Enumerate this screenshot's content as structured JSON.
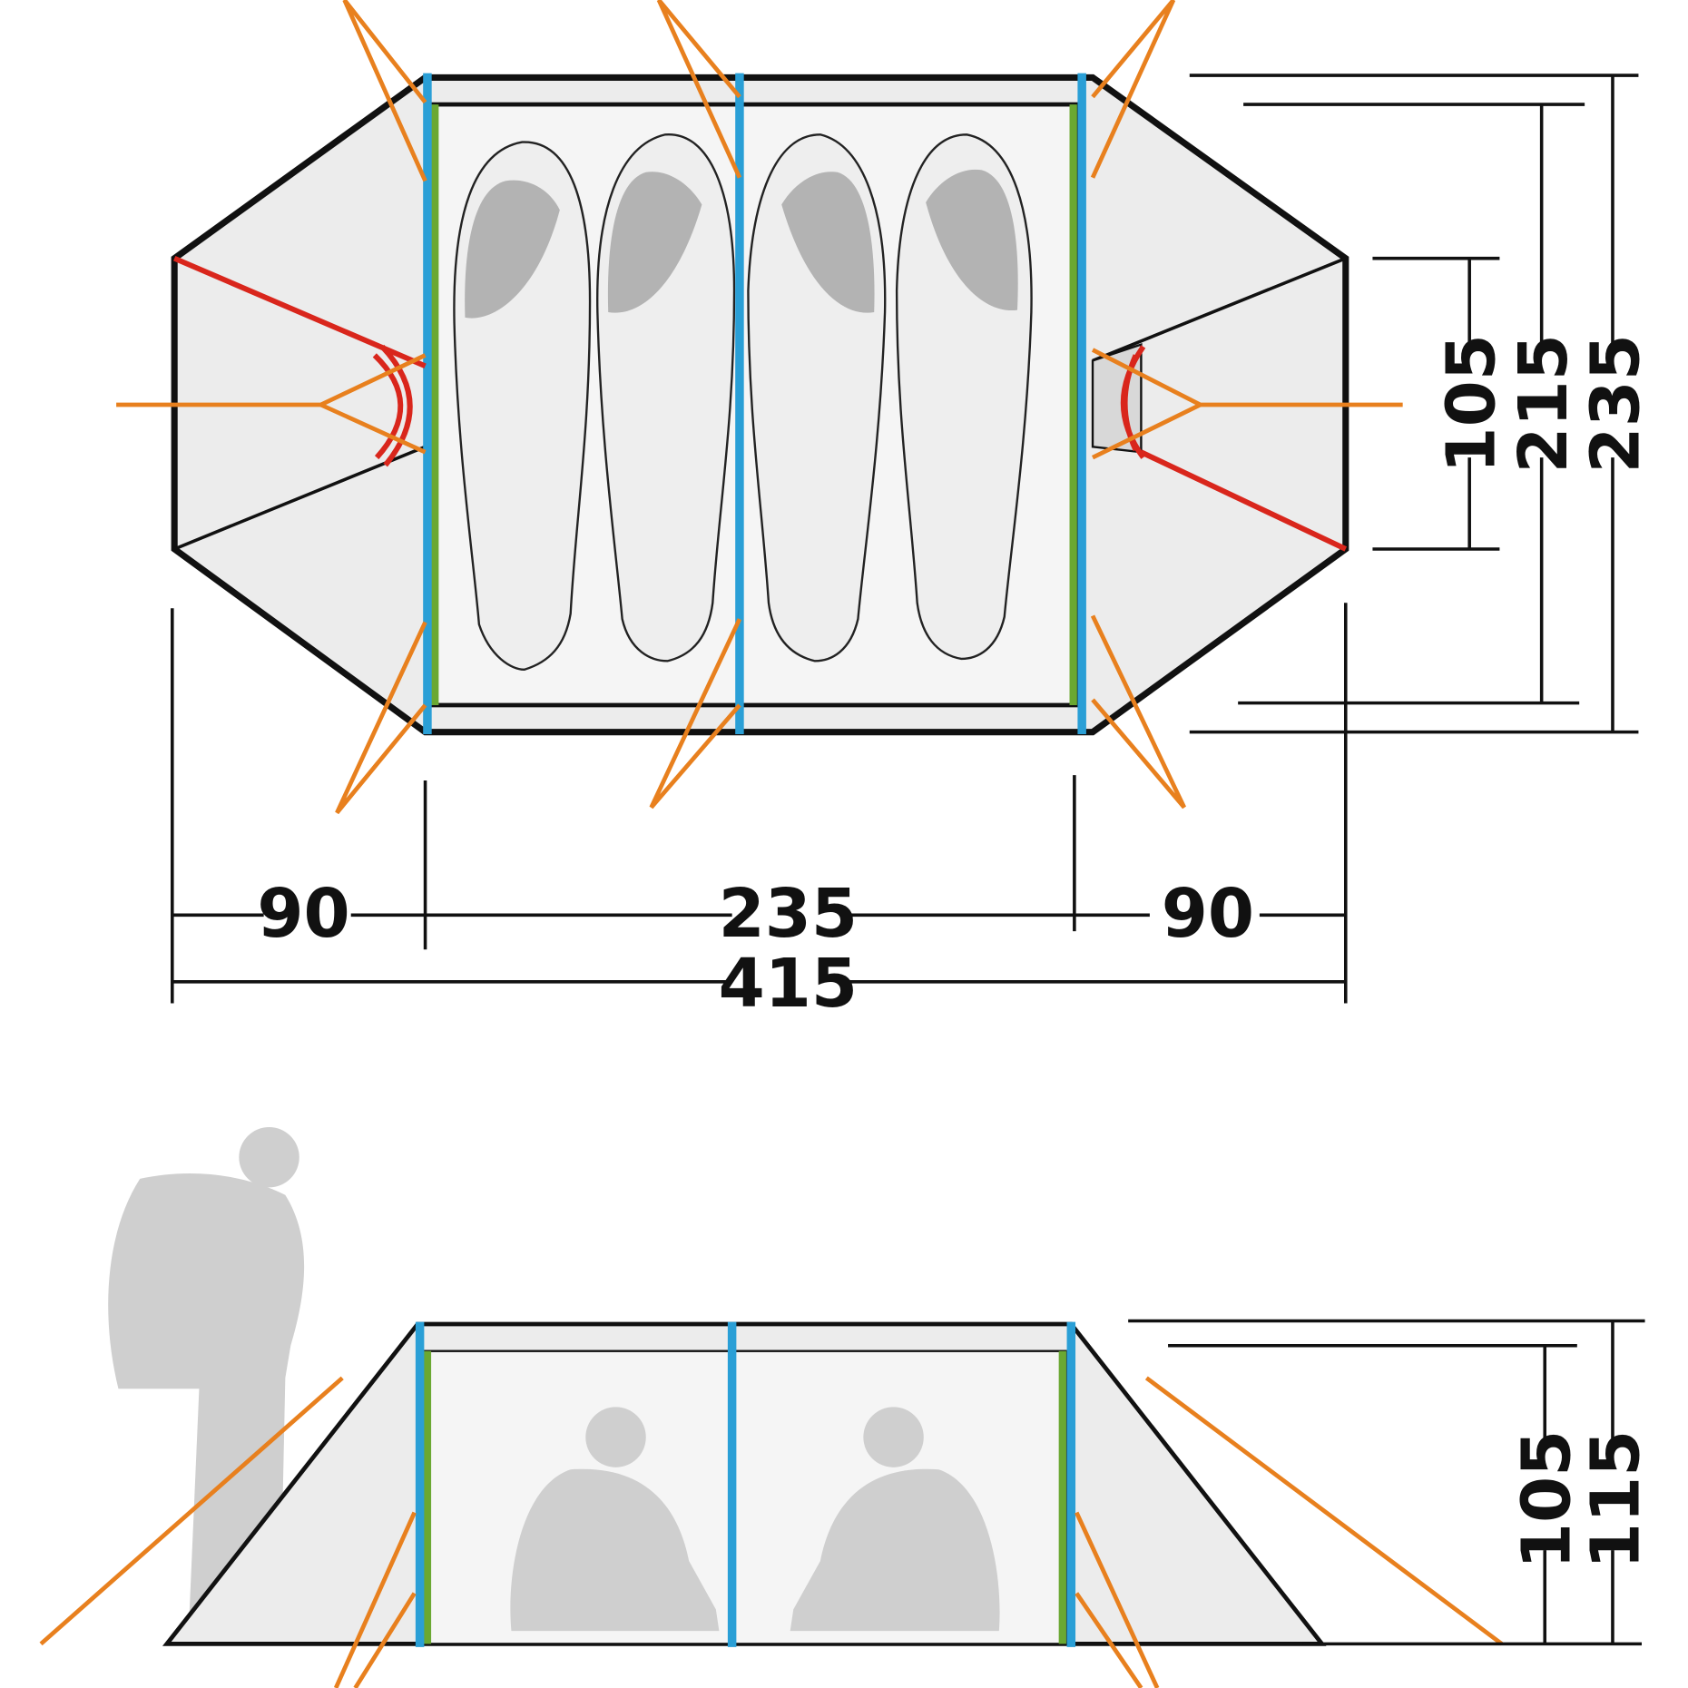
{
  "top_view": {
    "width_labels": {
      "left_vestibule": "90",
      "inner": "235",
      "right_vestibule": "90",
      "total": "415"
    },
    "depth_labels": {
      "door": "105",
      "inner": "215",
      "outer": "235"
    }
  },
  "side_view": {
    "height_labels": {
      "inner": "105",
      "outer": "115"
    }
  },
  "colors": {
    "pole": "#2a9fd6",
    "inner_pole": "#6aa832",
    "guy_line": "#e8801e",
    "door_zip": "#d9261c"
  }
}
